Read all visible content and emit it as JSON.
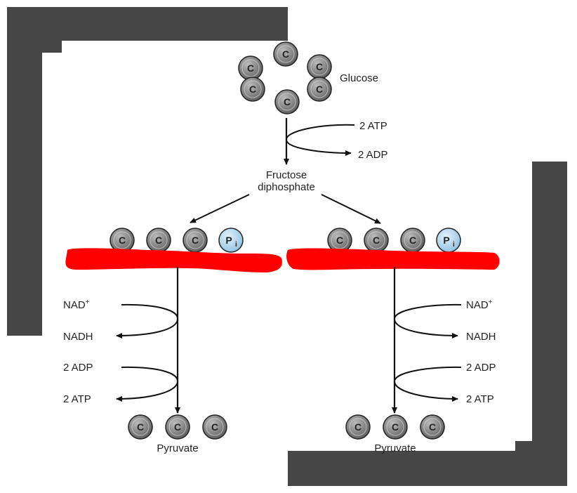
{
  "diagram": {
    "glucose_label": "Glucose",
    "carbon_symbol": "C",
    "phosphate_symbol": "P",
    "phosphate_subscript": "i",
    "intermediate_line1": "Fructose",
    "intermediate_line2": "diphosphate",
    "input_atp": "2 ATP",
    "output_adp": "2 ADP",
    "nad_label": "NAD",
    "nad_superscript": "+",
    "nadh_label": "NADH",
    "adp_label": "2 ADP",
    "atp_label": "2 ATP",
    "pyruvate_label": "Pyruvate",
    "colors": {
      "frame": "#464646",
      "carbon": "#707070",
      "phosphate": "#9fcbe8",
      "highlight": "#ff0000",
      "arrow": "#111111"
    }
  }
}
